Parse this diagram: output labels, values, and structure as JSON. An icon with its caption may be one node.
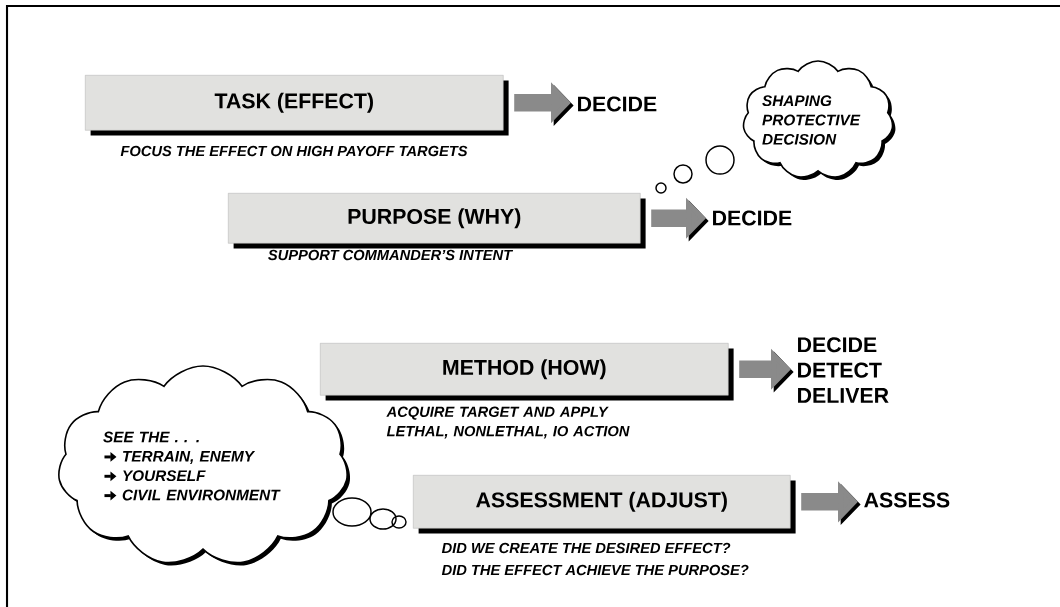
{
  "diagram": {
    "nodes": [
      {
        "text": [
          "TASK (EFFECT)"
        ],
        "beside": [
          "FOCUS THE EFFECT ON HIGH PAYOFF TARGETS"
        ]
      },
      {
        "text": [
          "DECIDE"
        ]
      },
      {
        "text": [
          "SHAPING PROTECTIVE DECISION"
        ]
      },
      {
        "text": [
          "PURPOSE (WHY)"
        ],
        "beside": [
          "SUPPORT COMMANDER’S INTENT"
        ]
      },
      {
        "text": [
          "DECIDE"
        ]
      },
      {
        "text": [
          "METHOD (HOW)"
        ],
        "beside": [
          "ACQUIRE TARGET AND APPLY LETHAL, NONLETHAL, IO ACTION"
        ]
      },
      {
        "text": [
          "DECIDE",
          "DETECT",
          "DELIVER"
        ]
      },
      {
        "text": [
          "SEE THE . . .",
          "TERRAIN, ENEMY",
          "YOURSELF",
          "CIVIL ENVIRONMENT"
        ]
      },
      {
        "text": [
          "ASSESSMENT (ADJUST)"
        ],
        "beside": [
          "DID WE CREATE THE DESIRED EFFECT?",
          "DID THE EFFECT ACHIEVE THE PURPOSE?"
        ]
      },
      {
        "text": [
          "ASSESS"
        ]
      }
    ],
    "edges": [
      {
        "from": 0,
        "to": 1,
        "arrow": "to"
      },
      {
        "from": 3,
        "to": 4,
        "arrow": "to"
      },
      {
        "from": 5,
        "to": 6,
        "arrow": "to"
      },
      {
        "from": 8,
        "to": 9,
        "arrow": "to"
      }
    ]
  }
}
